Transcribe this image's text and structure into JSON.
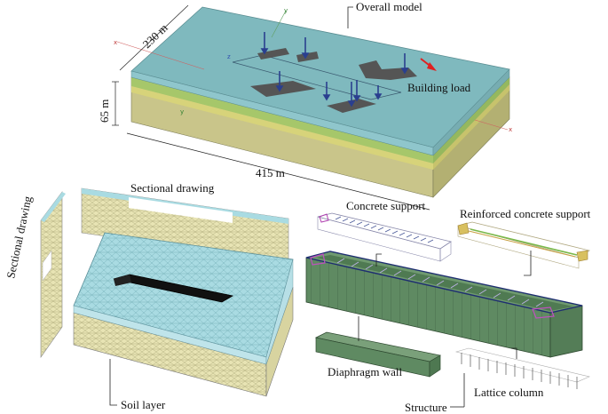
{
  "labels": {
    "overall_model": "Overall model",
    "dim_width": "230 m",
    "dim_height": "65 m",
    "dim_length": "415 m",
    "building_load": "Building load",
    "sectional_top": "Sectional drawing",
    "sectional_left": "Sectional drawing",
    "soil_layer": "Soil layer",
    "concrete_support": "Concrete support",
    "reinforced_support": "Reinforced concrete support",
    "diaphragm_wall": "Diaphragm wall",
    "lattice_column": "Lattice column",
    "structure": "Structure"
  },
  "axes": {
    "x": "x",
    "y": "y",
    "z": "z"
  },
  "colors": {
    "top_surface": "#7fb9be",
    "soil_front": "#c9c58a",
    "soil_side": "#b7b477",
    "green_band": "#a8c86a",
    "mesh_face": "#9fd3dc",
    "mesh_line": "#5a8f99",
    "wall_green": "#5f8a62",
    "arrow_red": "#e02020",
    "load_arrow": "#2a3f8f"
  }
}
